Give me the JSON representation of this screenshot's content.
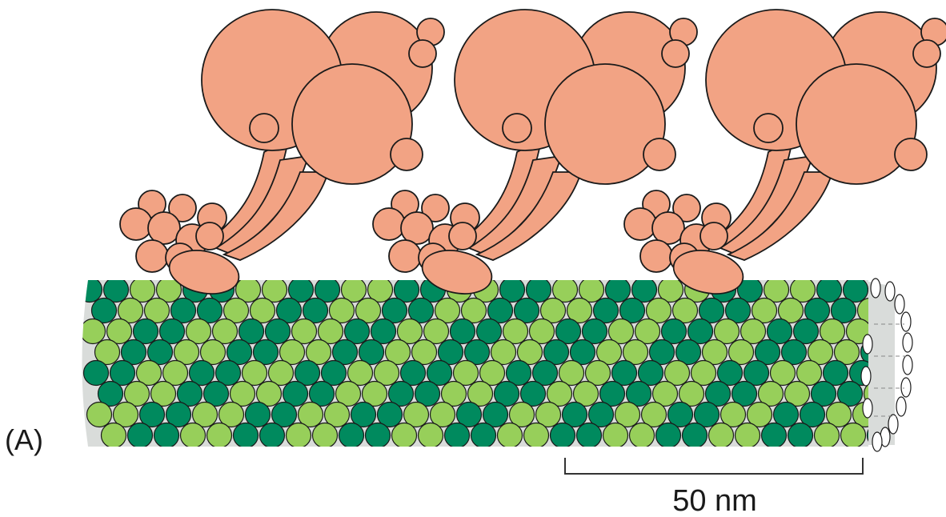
{
  "figure": {
    "panel_label": "(A)",
    "scale_bar_label": "50 nm"
  },
  "colors": {
    "motor": "#F2A384",
    "tubulin_light": "#97CF5A",
    "tubulin_dark": "#008A5E",
    "lumen": "#D9DCDA",
    "outline": "#1a1a1a"
  },
  "motors": {
    "count": 3
  },
  "microtubule": {
    "rows": 8,
    "columns": 30
  }
}
